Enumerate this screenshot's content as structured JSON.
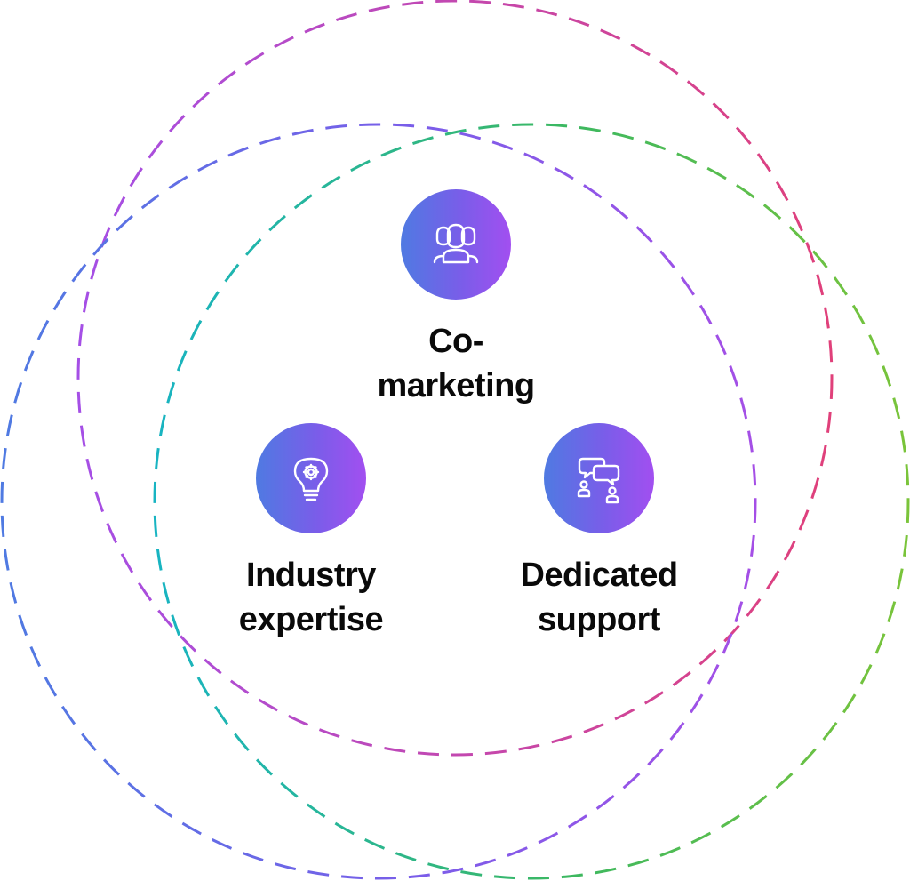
{
  "colors": {
    "badge_gradient": [
      "#4f7ae2",
      "#7a5de9",
      "#a24ff0"
    ],
    "ring_a": [
      "#a54fe6",
      "#e0407a"
    ],
    "ring_b": [
      "#4f7ae2",
      "#7a5de9",
      "#a54fe6"
    ],
    "ring_c": [
      "#18b4c2",
      "#3cb860",
      "#7ac43a"
    ],
    "label": "#0a0a0a"
  },
  "nodes": [
    {
      "id": "co-marketing",
      "icon": "people-group-icon",
      "lines": [
        "Co-",
        "marketing"
      ]
    },
    {
      "id": "industry-expertise",
      "icon": "lightbulb-gear-icon",
      "lines": [
        "Industry",
        "expertise"
      ]
    },
    {
      "id": "dedicated-support",
      "icon": "chat-people-icon",
      "lines": [
        "Dedicated",
        "support"
      ]
    }
  ]
}
